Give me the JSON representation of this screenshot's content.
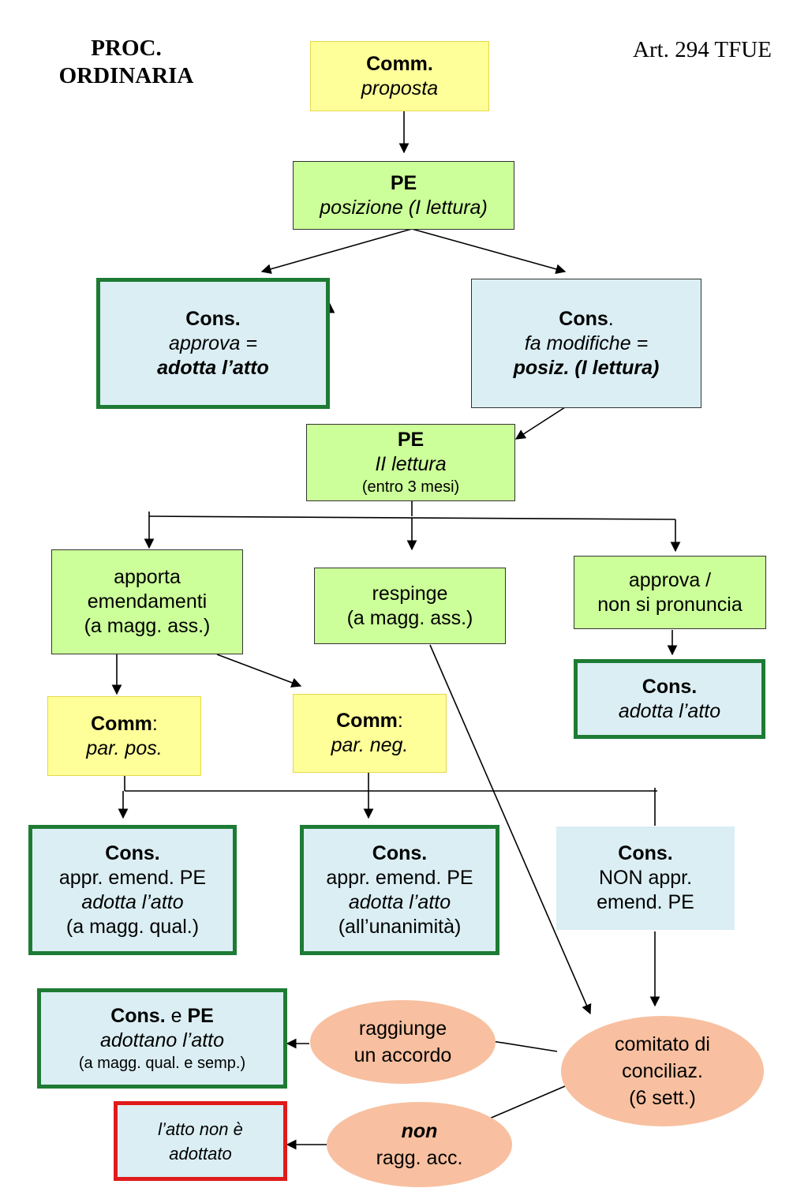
{
  "title_left": [
    "PROC.",
    "ORDINARIA"
  ],
  "title_right": "Art. 294 TFUE",
  "nodes": {
    "comm_proposta": {
      "l1": "Comm.",
      "l2": "proposta"
    },
    "pe_prima": {
      "l1": "PE",
      "l2": "posizione (I lettura)"
    },
    "cons_approva": {
      "l1": "Cons.",
      "l2": "approva  =",
      "l3": "adotta l’atto"
    },
    "cons_modifiche": {
      "l1": "Cons",
      "l1b": ".",
      "l2": "fa modifiche =",
      "l3": "posiz. (I lettura)"
    },
    "pe_seconda": {
      "l1": "PE",
      "l2": "II lettura",
      "l3": "(entro 3 mesi)"
    },
    "apporta": {
      "l1": "apporta",
      "l2": "emendamenti",
      "l3": "(a magg. ass.)"
    },
    "respinge": {
      "l1": "respinge",
      "l2": "(a magg. ass.)"
    },
    "approva_pe": {
      "l1": "approva /",
      "l2": "non si pronuncia"
    },
    "cons_adotta": {
      "l1": "Cons.",
      "l2": "adotta l’atto"
    },
    "comm_pos": {
      "l1": "Comm",
      "l1b": ":",
      "l2": "par. pos."
    },
    "comm_neg": {
      "l1": "Comm",
      "l1b": ":",
      "l2": "par. neg."
    },
    "cons_qual": {
      "l1": "Cons.",
      "l2": "appr. emend. PE",
      "l3": "adotta l’atto",
      "l4": "(a magg. qual.)"
    },
    "cons_unan": {
      "l1": "Cons.",
      "l2": "appr. emend. PE",
      "l3": "adotta l’atto",
      "l4": "(all’unanimità)"
    },
    "cons_non": {
      "l1": "Cons.",
      "l2": "NON appr.",
      "l3": "emend. PE"
    },
    "cons_pe": {
      "l1a": "Cons.",
      "l1b": " e ",
      "l1c": "PE",
      "l2": "adottano l’atto",
      "l3": "(a magg. qual. e semp.)"
    },
    "non_adottato": {
      "l1": "l’atto non è",
      "l2": "adottato"
    },
    "raggiunge": {
      "l1": "raggiunge",
      "l2": "un accordo"
    },
    "comitato": {
      "l1": "comitato di",
      "l2": "conciliaz.",
      "l3": "(6 sett.)"
    },
    "non_ragg": {
      "l1": "non",
      "l2": "ragg. acc."
    }
  },
  "colors": {
    "yellow": "#ffff99",
    "green": "#ccff99",
    "light_blue": "#daeef3",
    "dark_green_border": "#1e7b34",
    "red_border": "#e01b1b",
    "salmon": "#f8c0a0"
  }
}
